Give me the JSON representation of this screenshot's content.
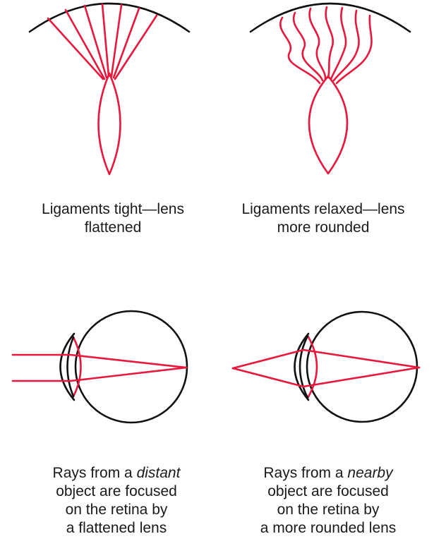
{
  "colors": {
    "outline": "#111111",
    "highlight": "#e8173c",
    "background": "#ffffff"
  },
  "captions": {
    "top_left": {
      "line1": "Ligaments tight—lens",
      "line2": "flattened"
    },
    "top_right": {
      "line1": "Ligaments relaxed—lens",
      "line2": "more rounded"
    },
    "bottom_left": {
      "line1_prefix": "Rays from a ",
      "line1_emph": "distant",
      "line2": "object are focused",
      "line3": "on the retina by",
      "line4": "a flattened lens"
    },
    "bottom_right": {
      "line1_prefix": "Rays from a ",
      "line1_emph": "nearby",
      "line2": "object are focused",
      "line3": "on the retina by",
      "line4": "a more rounded lens"
    }
  }
}
